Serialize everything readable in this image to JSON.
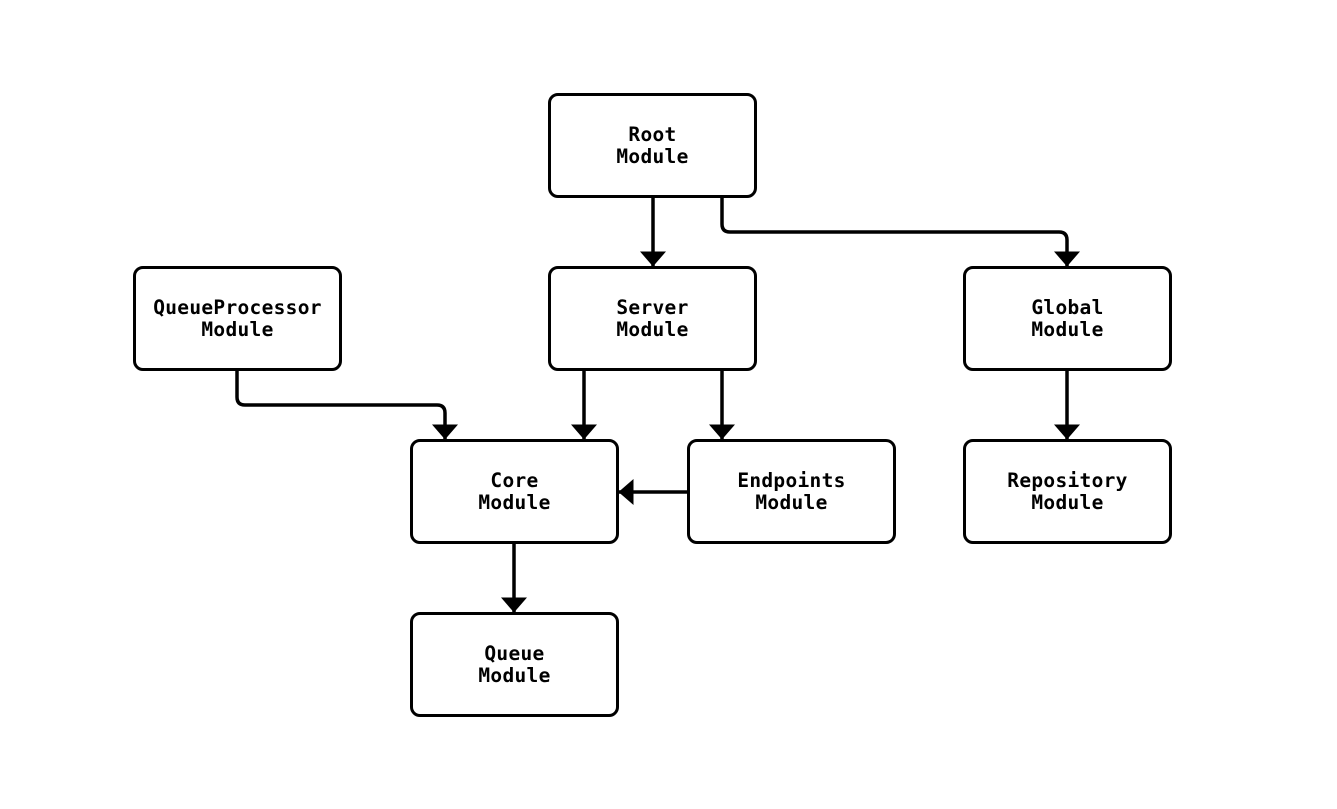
{
  "colors": {
    "background": "#ffffff",
    "node_fill": "#ffffff",
    "node_stroke": "#000000",
    "edge_stroke": "#000000",
    "text": "#000000"
  },
  "nodes": [
    {
      "id": "root-module",
      "line1": "Root",
      "line2": "Module"
    },
    {
      "id": "queueprocessor-module",
      "line1": "QueueProcessor",
      "line2": "Module"
    },
    {
      "id": "server-module",
      "line1": "Server",
      "line2": "Module"
    },
    {
      "id": "global-module",
      "line1": "Global",
      "line2": "Module"
    },
    {
      "id": "core-module",
      "line1": "Core",
      "line2": "Module"
    },
    {
      "id": "endpoints-module",
      "line1": "Endpoints",
      "line2": "Module"
    },
    {
      "id": "repository-module",
      "line1": "Repository",
      "line2": "Module"
    },
    {
      "id": "queue-module",
      "line1": "Queue",
      "line2": "Module"
    }
  ],
  "edges": [
    {
      "from": "Root Module",
      "to": "Server Module"
    },
    {
      "from": "Root Module",
      "to": "Global Module"
    },
    {
      "from": "QueueProcessor Module",
      "to": "Core Module"
    },
    {
      "from": "Server Module",
      "to": "Core Module"
    },
    {
      "from": "Server Module",
      "to": "Endpoints Module"
    },
    {
      "from": "Endpoints Module",
      "to": "Core Module"
    },
    {
      "from": "Global Module",
      "to": "Repository Module"
    },
    {
      "from": "Core Module",
      "to": "Queue Module"
    }
  ]
}
